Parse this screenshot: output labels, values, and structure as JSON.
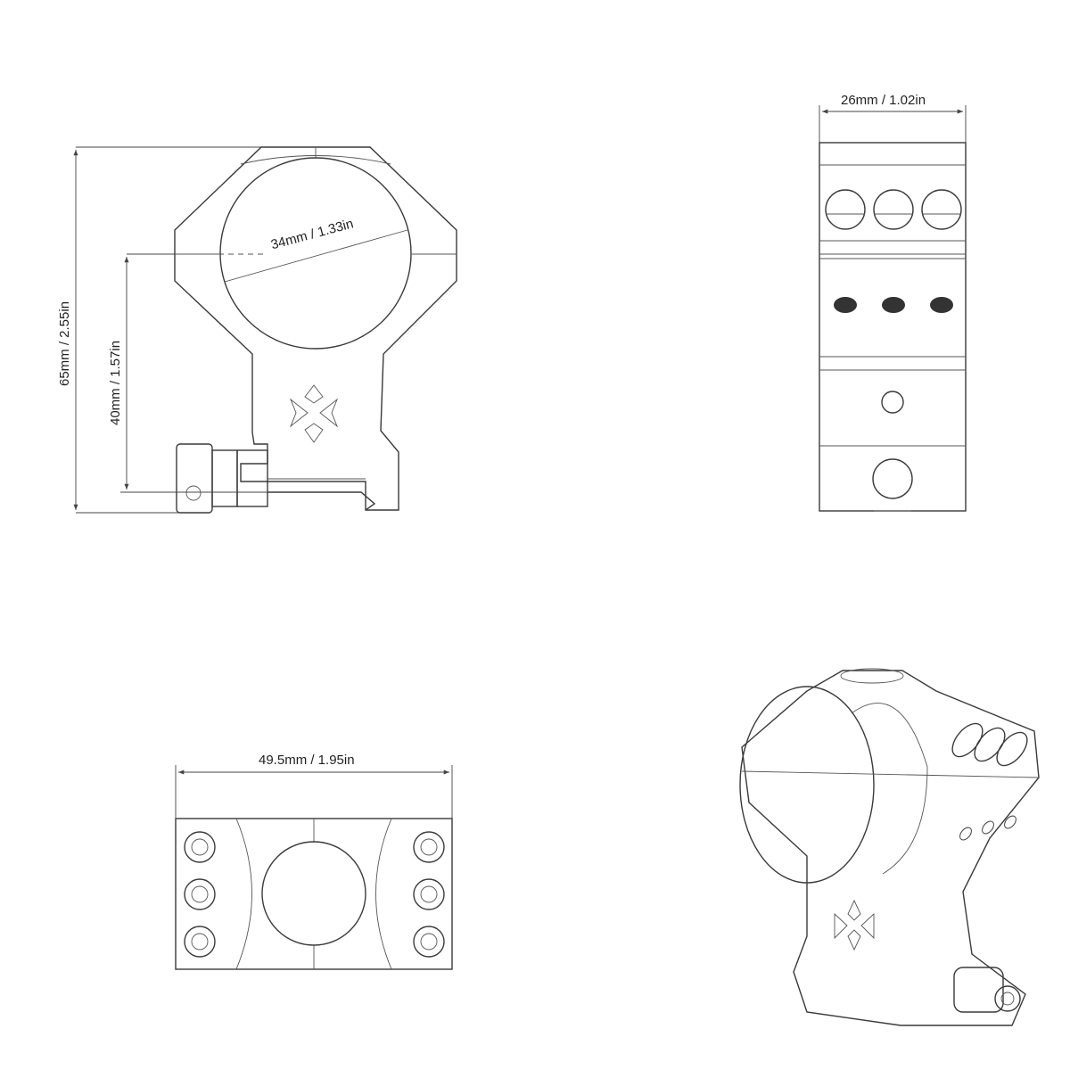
{
  "dimensions": {
    "total_height": "65mm /  2.55in",
    "center_height": "40mm / 1.57in",
    "tube_diameter": "34mm / 1.33in",
    "ring_width": "26mm / 1.02in",
    "base_length": "49.5mm / 1.95in"
  },
  "colors": {
    "line": "#3a3a3a",
    "background": "#ffffff"
  }
}
